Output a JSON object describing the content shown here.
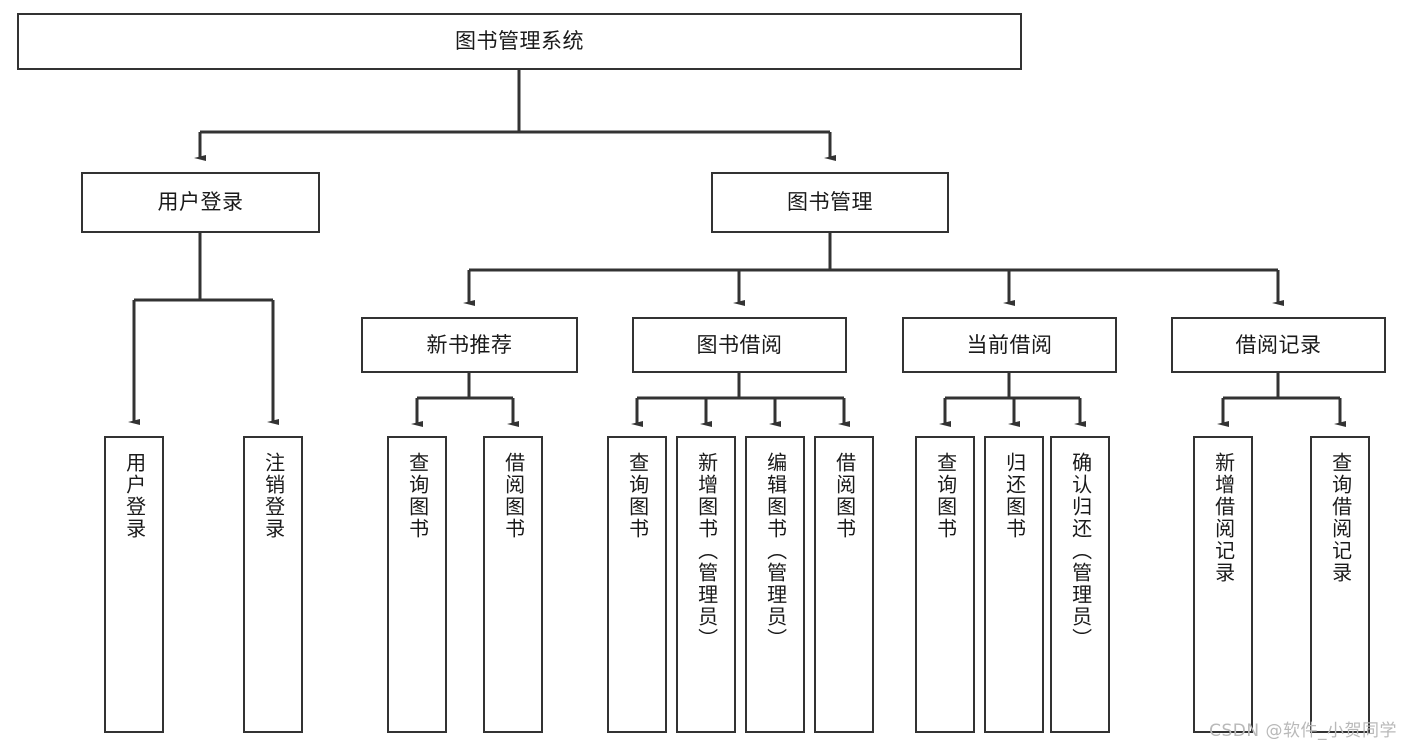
{
  "diagram": {
    "title": "图书管理系统",
    "watermark": "CSDN @软件_小贺同学",
    "line_color": "#333333",
    "box_fill": "#ffffff",
    "text_color": "#1a1a1a",
    "root": {
      "label": "图书管理系统"
    },
    "level2": [
      {
        "label": "用户登录"
      },
      {
        "label": "图书管理"
      }
    ],
    "level3": [
      {
        "label": "新书推荐"
      },
      {
        "label": "图书借阅"
      },
      {
        "label": "当前借阅"
      },
      {
        "label": "借阅记录"
      }
    ],
    "leaves": {
      "user_login": [
        {
          "label": "用户登录"
        },
        {
          "label": "注销登录"
        }
      ],
      "new_book_recommend": [
        {
          "label": "查询图书"
        },
        {
          "label": "借阅图书"
        }
      ],
      "book_borrow": [
        {
          "label": "查询图书"
        },
        {
          "label": "新增图书（管理员）"
        },
        {
          "label": "编辑图书（管理员）"
        },
        {
          "label": "借阅图书"
        }
      ],
      "current_borrow": [
        {
          "label": "查询图书"
        },
        {
          "label": "归还图书"
        },
        {
          "label": "确认归还（管理员）"
        }
      ],
      "borrow_record": [
        {
          "label": "新增借阅记录"
        },
        {
          "label": "查询借阅记录"
        }
      ]
    }
  }
}
